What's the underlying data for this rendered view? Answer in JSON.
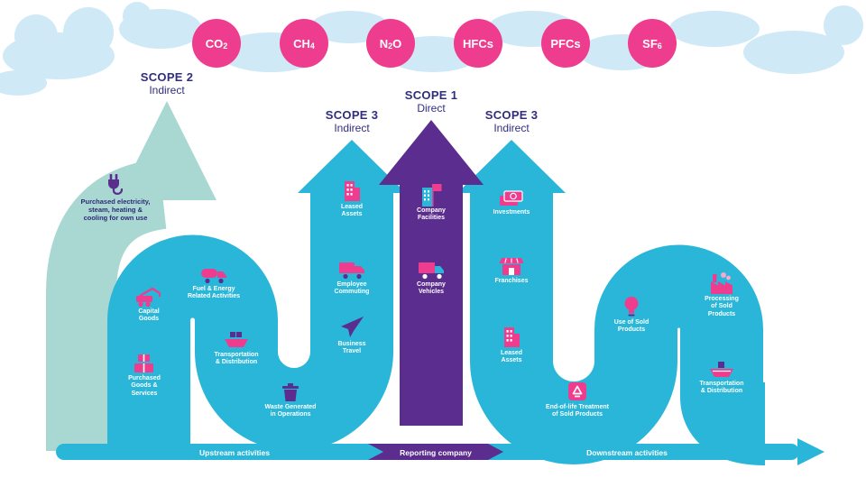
{
  "gases": [
    {
      "pre": "CO",
      "sub": "2",
      "post": ""
    },
    {
      "pre": "CH",
      "sub": "4",
      "post": ""
    },
    {
      "pre": "N",
      "sub": "2",
      "post": "O"
    },
    {
      "pre": "HFCs",
      "sub": "",
      "post": ""
    },
    {
      "pre": "PFCs",
      "sub": "",
      "post": ""
    },
    {
      "pre": "SF",
      "sub": "6",
      "post": ""
    }
  ],
  "headings": {
    "scope2": {
      "line1": "SCOPE 2",
      "line2": "Indirect"
    },
    "scope3_upstream": {
      "line1": "SCOPE 3",
      "line2": "Indirect"
    },
    "scope1": {
      "line1": "SCOPE 1",
      "line2": "Direct"
    },
    "scope3_downstream": {
      "line1": "SCOPE 3",
      "line2": "Indirect"
    }
  },
  "scope2_item": {
    "icon": "power-plug-icon",
    "label": "Purchased electricity,\nsteam, heating &\ncooling for own use"
  },
  "upstream": {
    "items": [
      {
        "icon": "crane-truck-icon",
        "label": "Capital\nGoods"
      },
      {
        "icon": "boxes-icon",
        "label": "Purchased\nGoods &\nServices"
      },
      {
        "icon": "tanker-truck-icon",
        "label": "Fuel & Energy\nRelated Activities"
      },
      {
        "icon": "cargo-ship-icon",
        "label": "Transportation\n& Distribution"
      },
      {
        "icon": "waste-bin-icon",
        "label": "Waste Generated\nin Operations"
      },
      {
        "icon": "delivery-truck-icon",
        "label": "Employee\nCommuting"
      },
      {
        "icon": "airplane-icon",
        "label": "Business\nTravel"
      },
      {
        "icon": "building-icon",
        "label": "Leased\nAssets"
      }
    ]
  },
  "scope1": {
    "items": [
      {
        "icon": "office-buildings-icon",
        "label": "Company\nFacilities"
      },
      {
        "icon": "company-truck-icon",
        "label": "Company\nVehicles"
      }
    ]
  },
  "downstream": {
    "items": [
      {
        "icon": "banknotes-icon",
        "label": "Investments"
      },
      {
        "icon": "storefront-icon",
        "label": "Franchises"
      },
      {
        "icon": "building-icon",
        "label": "Leased\nAssets"
      },
      {
        "icon": "recycle-bin-icon",
        "label": "End-of-life Treatment\nof Sold Products"
      },
      {
        "icon": "lightbulb-icon",
        "label": "Use of Sold\nProducts"
      },
      {
        "icon": "factory-icon",
        "label": "Processing\nof Sold\nProducts"
      },
      {
        "icon": "ship-icon",
        "label": "Transportation\n& Distribution"
      }
    ]
  },
  "footer": {
    "upstream_label": "Upstream activities",
    "reporting_label": "Reporting company",
    "downstream_label": "Downstream activities"
  },
  "colors": {
    "pink": "#ee3d8f",
    "cyan": "#29b6d8",
    "purple": "#5b2d8e",
    "teal": "#a9d8d2",
    "navy": "#312e7d",
    "cloud": "#cfe9f7"
  }
}
